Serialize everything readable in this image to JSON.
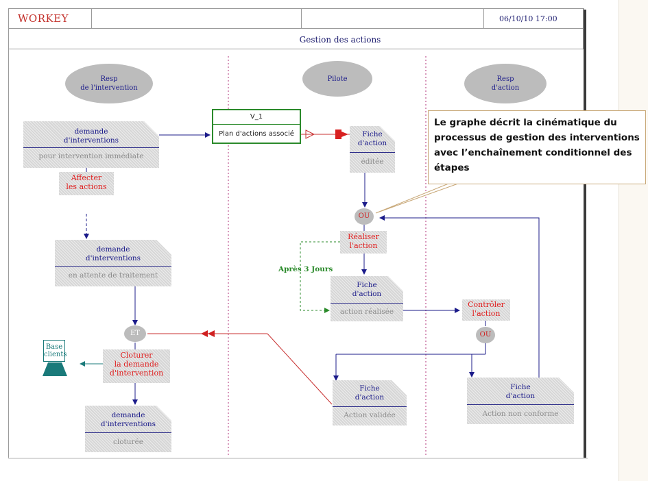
{
  "header": {
    "brand": "WORKEY",
    "datetime": "06/10/10 17:00",
    "title": "Gestion des actions"
  },
  "lanes": {
    "resp_intervention": "Resp\nde l'intervention",
    "pilote": "Pilote",
    "resp_action": "Resp\nd'action"
  },
  "version_box": {
    "version": "V_1",
    "label": "Plan d'actions associé"
  },
  "docs": {
    "demande_immediate": {
      "title": "demande\nd'interventions",
      "status": "pour intervention immédiate"
    },
    "demande_attente": {
      "title": "demande\nd'interventions",
      "status": "en attente de traitement"
    },
    "demande_cloturee": {
      "title": "demande\nd'interventions",
      "status": "cloturée"
    },
    "fiche_editee": {
      "title": "Fiche\nd'action",
      "status": "éditée"
    },
    "fiche_realisee": {
      "title": "Fiche\nd'action",
      "status": "action réalisée"
    },
    "fiche_validee": {
      "title": "Fiche\nd'action",
      "status": "Action validée"
    },
    "fiche_non_conforme": {
      "title": "Fiche\nd'action",
      "status": "Action non conforme"
    }
  },
  "actions": {
    "affecter": "Affecter\nles actions",
    "realiser": "Réaliser\nl'action",
    "controler": "Contrôler\nl'action",
    "cloturer": "Cloturer\nla demande\nd'intervention"
  },
  "gates": {
    "ou_top": "OU",
    "ou_right": "OU",
    "et": "ET"
  },
  "delay_label": "Après 3 Jours",
  "base_clients": "Base\nclients",
  "callout": "Le graphe décrit la cinématique du processus de gestion des interventions  avec l’enchaînement conditionnel des étapes"
}
